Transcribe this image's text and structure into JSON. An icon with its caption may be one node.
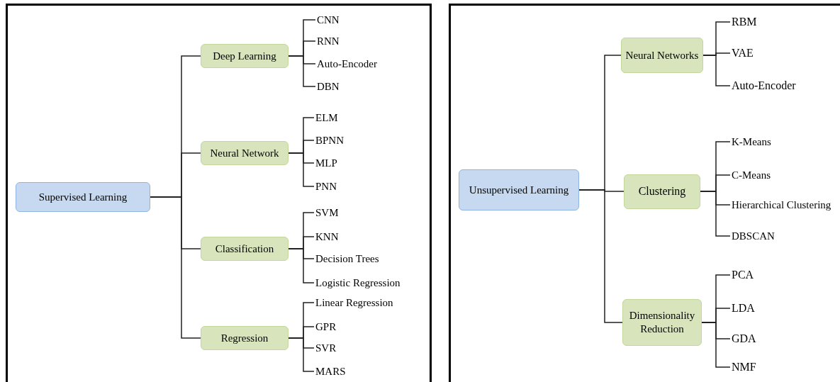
{
  "diagram": {
    "nodes": [
      {
        "text": [
          "Supervised Learning"
        ]
      },
      {
        "text": [
          "Deep Learning"
        ]
      },
      {
        "text": [
          "CNN"
        ]
      },
      {
        "text": [
          "RNN"
        ]
      },
      {
        "text": [
          "Auto-Encoder"
        ]
      },
      {
        "text": [
          "DBN"
        ]
      },
      {
        "text": [
          "Neural Network"
        ]
      },
      {
        "text": [
          "ELM"
        ]
      },
      {
        "text": [
          "BPNN"
        ]
      },
      {
        "text": [
          "MLP"
        ]
      },
      {
        "text": [
          "PNN"
        ]
      },
      {
        "text": [
          "Classification"
        ]
      },
      {
        "text": [
          "SVM"
        ]
      },
      {
        "text": [
          "KNN"
        ]
      },
      {
        "text": [
          "Decision Trees"
        ]
      },
      {
        "text": [
          "Logistic Regression"
        ]
      },
      {
        "text": [
          "Regression"
        ]
      },
      {
        "text": [
          "Linear Regression"
        ]
      },
      {
        "text": [
          "GPR"
        ]
      },
      {
        "text": [
          "SVR"
        ]
      },
      {
        "text": [
          "MARS"
        ]
      },
      {
        "text": [
          "Unsupervised Learning"
        ]
      },
      {
        "text": [
          "Neural Networks"
        ]
      },
      {
        "text": [
          "RBM"
        ]
      },
      {
        "text": [
          "VAE"
        ]
      },
      {
        "text": [
          "Auto-Encoder"
        ]
      },
      {
        "text": [
          "Clustering"
        ]
      },
      {
        "text": [
          "K-Means"
        ]
      },
      {
        "text": [
          "C-Means"
        ]
      },
      {
        "text": [
          "Hierarchical Clustering"
        ]
      },
      {
        "text": [
          "DBSCAN"
        ]
      },
      {
        "text": [
          "Dimensionality Reduction"
        ]
      },
      {
        "text": [
          "PCA"
        ]
      },
      {
        "text": [
          "LDA"
        ]
      },
      {
        "text": [
          "GDA"
        ]
      },
      {
        "text": [
          "NMF"
        ]
      }
    ],
    "edges": [
      {
        "from": 0,
        "to": 1,
        "arrow": "none"
      },
      {
        "from": 0,
        "to": 6,
        "arrow": "none"
      },
      {
        "from": 0,
        "to": 11,
        "arrow": "none"
      },
      {
        "from": 0,
        "to": 16,
        "arrow": "none"
      },
      {
        "from": 1,
        "to": 2,
        "arrow": "none"
      },
      {
        "from": 1,
        "to": 3,
        "arrow": "none"
      },
      {
        "from": 1,
        "to": 4,
        "arrow": "none"
      },
      {
        "from": 1,
        "to": 5,
        "arrow": "none"
      },
      {
        "from": 6,
        "to": 7,
        "arrow": "none"
      },
      {
        "from": 6,
        "to": 8,
        "arrow": "none"
      },
      {
        "from": 6,
        "to": 9,
        "arrow": "none"
      },
      {
        "from": 6,
        "to": 10,
        "arrow": "none"
      },
      {
        "from": 11,
        "to": 12,
        "arrow": "none"
      },
      {
        "from": 11,
        "to": 13,
        "arrow": "none"
      },
      {
        "from": 11,
        "to": 14,
        "arrow": "none"
      },
      {
        "from": 11,
        "to": 15,
        "arrow": "none"
      },
      {
        "from": 16,
        "to": 17,
        "arrow": "none"
      },
      {
        "from": 16,
        "to": 18,
        "arrow": "none"
      },
      {
        "from": 16,
        "to": 19,
        "arrow": "none"
      },
      {
        "from": 16,
        "to": 20,
        "arrow": "none"
      },
      {
        "from": 21,
        "to": 22,
        "arrow": "none"
      },
      {
        "from": 21,
        "to": 26,
        "arrow": "none"
      },
      {
        "from": 21,
        "to": 31,
        "arrow": "none"
      },
      {
        "from": 22,
        "to": 23,
        "arrow": "none"
      },
      {
        "from": 22,
        "to": 24,
        "arrow": "none"
      },
      {
        "from": 22,
        "to": 25,
        "arrow": "none"
      },
      {
        "from": 26,
        "to": 27,
        "arrow": "none"
      },
      {
        "from": 26,
        "to": 28,
        "arrow": "none"
      },
      {
        "from": 26,
        "to": 29,
        "arrow": "none"
      },
      {
        "from": 26,
        "to": 30,
        "arrow": "none"
      },
      {
        "from": 31,
        "to": 32,
        "arrow": "none"
      },
      {
        "from": 31,
        "to": 33,
        "arrow": "none"
      },
      {
        "from": 31,
        "to": 34,
        "arrow": "none"
      },
      {
        "from": 31,
        "to": 35,
        "arrow": "none"
      }
    ]
  }
}
